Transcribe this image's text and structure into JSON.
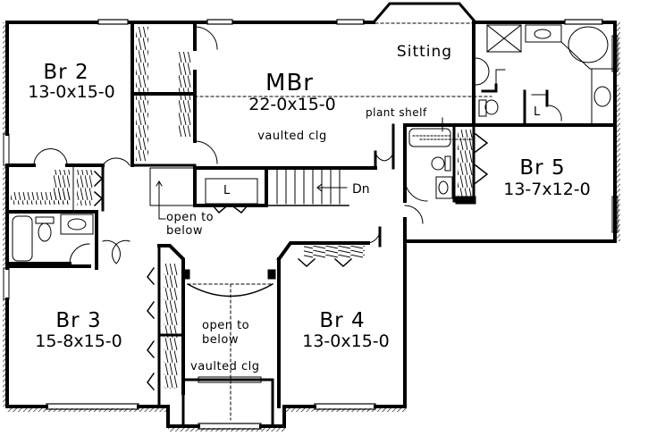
{
  "plan": {
    "type": "second floor plan",
    "rooms": [
      {
        "id": "br2",
        "name": "Br 2",
        "dimensions": "13-0x15-0"
      },
      {
        "id": "mbr",
        "name": "MBr",
        "dimensions": "22-0x15-0",
        "note": "vaulted clg"
      },
      {
        "id": "sitting",
        "name": "Sitting"
      },
      {
        "id": "br5",
        "name": "Br 5",
        "dimensions": "13-7x12-0"
      },
      {
        "id": "br3",
        "name": "Br 3",
        "dimensions": "15-8x15-0"
      },
      {
        "id": "br4",
        "name": "Br 4",
        "dimensions": "13-0x15-0"
      }
    ],
    "annotations": {
      "plant_shelf": "plant shelf",
      "open_to_below_left": "open to below",
      "open_to_below_center": "open to below",
      "vaulted_center": "vaulted clg",
      "stairs_down": "Dn",
      "linen_center": "L",
      "linen_master": "L"
    },
    "colors": {
      "wall": "#000000",
      "background": "#ffffff",
      "hatch": "#000000"
    }
  }
}
